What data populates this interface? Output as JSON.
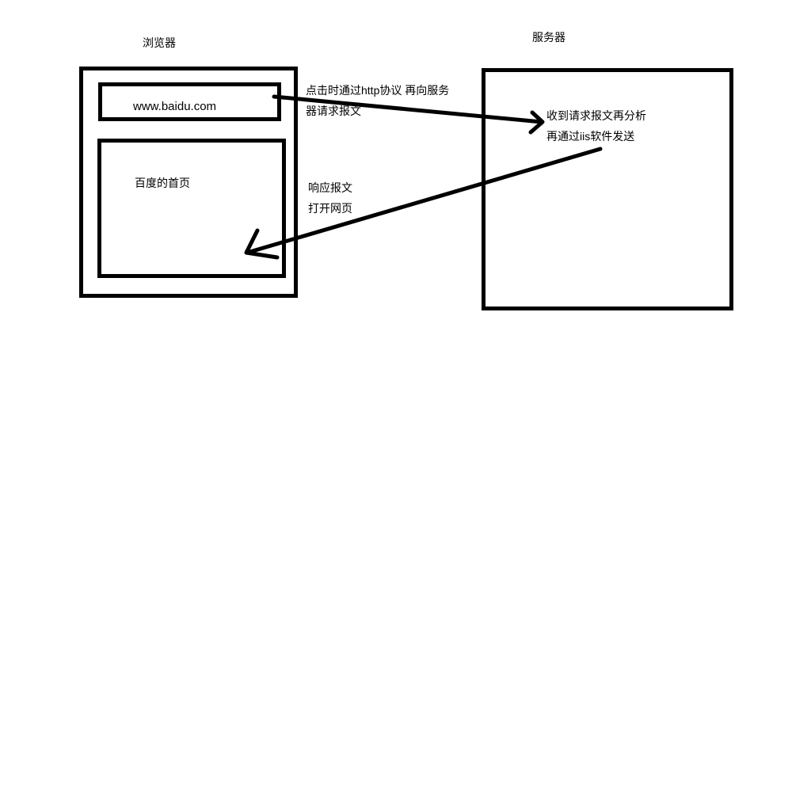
{
  "browser": {
    "label": "浏览器",
    "address": "www.baidu.com",
    "page_content": "百度的首页"
  },
  "server": {
    "label": "服务器",
    "note_line1": "收到请求报文再分析",
    "note_line2": "再通过iis软件发送"
  },
  "request": {
    "line1": "点击时通过http协议 再向服务",
    "line2": "器请求报文"
  },
  "response": {
    "line1": "响应报文",
    "line2": "打开网页"
  },
  "colors": {
    "stroke": "#000000",
    "background": "#ffffff"
  }
}
